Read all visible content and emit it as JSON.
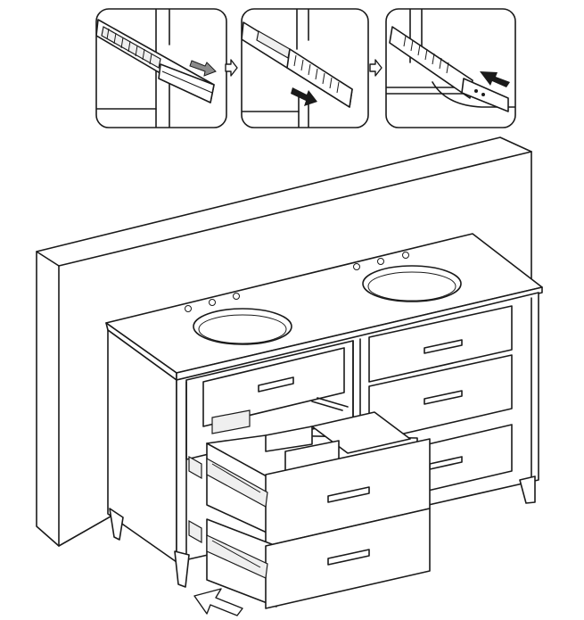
{
  "figure": {
    "kind": "drawer slide installation diagram",
    "steps": [
      {
        "index": 1,
        "arrow_direction": "right"
      },
      {
        "index": 2,
        "arrow_direction": "right"
      },
      {
        "index": 3,
        "arrow_direction": "left"
      }
    ],
    "step_connector_icon": "hollow-arrow-right",
    "insert_arrow_icon": "hollow-arrow-up-right",
    "colors": {
      "line": "#1a1a1a",
      "arrow_fill": "#8a8a8a",
      "background": "#ffffff"
    }
  }
}
